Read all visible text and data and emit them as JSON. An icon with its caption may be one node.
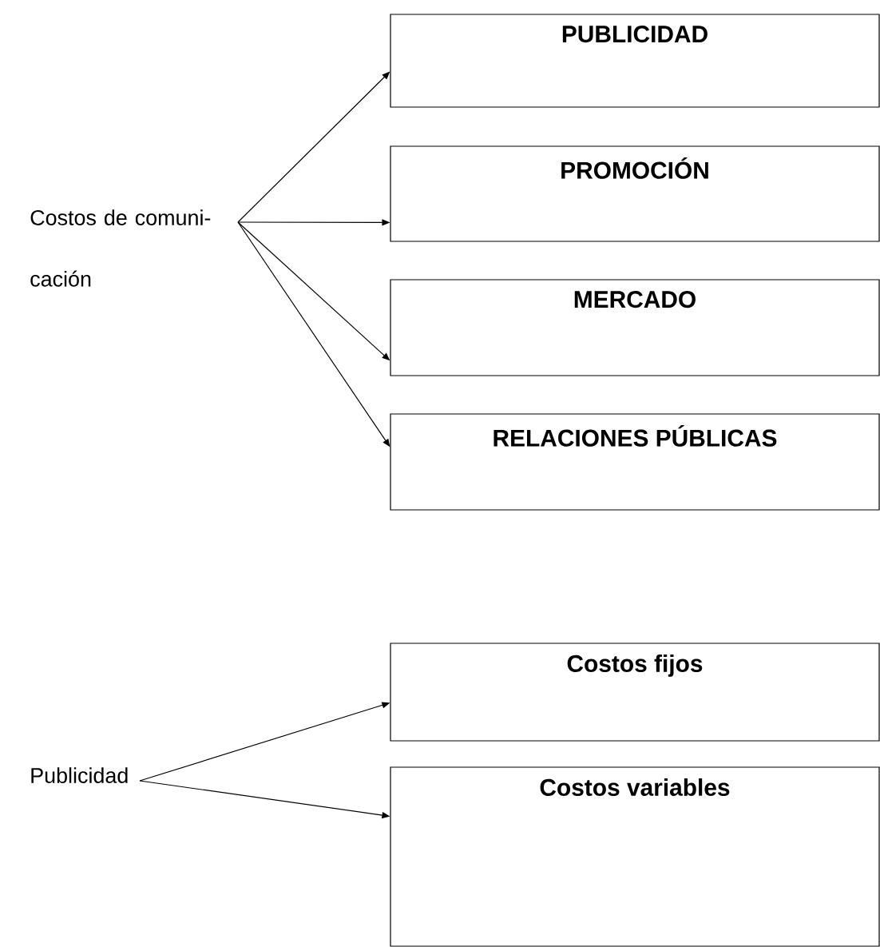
{
  "diagram": {
    "nodes": [
      {
        "text": [
          "Costos de comuni- cación"
        ]
      },
      {
        "text": [
          "PUBLICIDAD"
        ]
      },
      {
        "text": [
          "PROMOCIÓN"
        ]
      },
      {
        "text": [
          "MERCADO"
        ]
      },
      {
        "text": [
          "RELACIONES PÚBLICAS"
        ]
      },
      {
        "text": [
          "Publicidad"
        ]
      },
      {
        "text": [
          "Costos fijos"
        ]
      },
      {
        "text": [
          "Costos variables"
        ]
      }
    ],
    "edges": [
      {
        "from": 0,
        "to": 1,
        "arrow": "to"
      },
      {
        "from": 0,
        "to": 2,
        "arrow": "to"
      },
      {
        "from": 0,
        "to": 3,
        "arrow": "to"
      },
      {
        "from": 0,
        "to": 4,
        "arrow": "to"
      },
      {
        "from": 5,
        "to": 6,
        "arrow": "to"
      },
      {
        "from": 5,
        "to": 7,
        "arrow": "to"
      }
    ]
  }
}
